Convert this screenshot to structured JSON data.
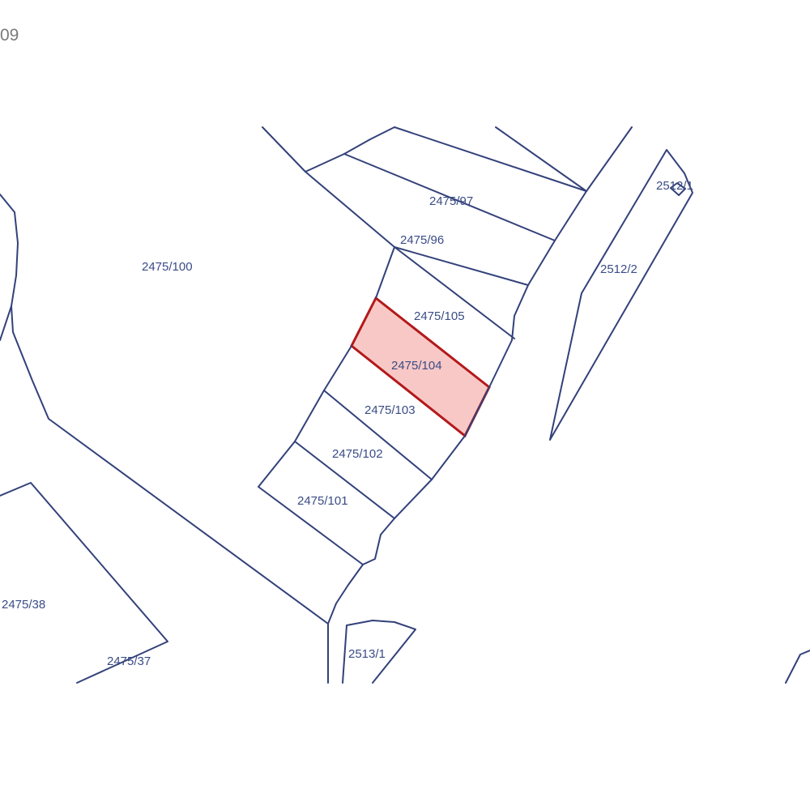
{
  "corner_text": "09",
  "highlight": {
    "parcel": "2475/104",
    "fill": "#f8c8c6",
    "stroke": "#b3191b"
  },
  "line_color": "#33417a",
  "label_color": "#3a4c86",
  "parcels": {
    "p2475_97": "2475/97",
    "p2475_96": "2475/96",
    "p2475_100": "2475/100",
    "p2475_105": "2475/105",
    "p2475_104": "2475/104",
    "p2475_103": "2475/103",
    "p2475_102": "2475/102",
    "p2475_101": "2475/101",
    "p2512_1": "2512/1",
    "p2512_2": "2512/2",
    "p2475_38": "2475/38",
    "p2475_37": "2475/37",
    "p2513_1": "2513/1"
  }
}
